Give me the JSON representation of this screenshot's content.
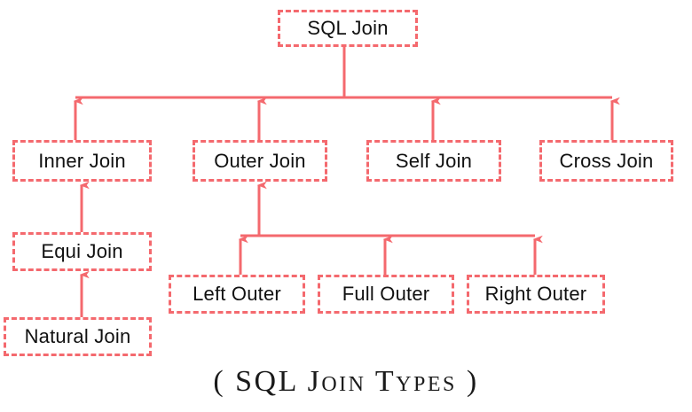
{
  "diagram": {
    "title": "SQL Join Types",
    "caption": "( SQL Join Types )",
    "colors": {
      "box_border": "#f4696e",
      "edge": "#f4696e",
      "text": "#111111",
      "background": "#ffffff",
      "caption_text": "#1a1a1a"
    },
    "nodes": {
      "root": {
        "label": "SQL Join"
      },
      "inner_join": {
        "label": "Inner Join"
      },
      "outer_join": {
        "label": "Outer Join"
      },
      "self_join": {
        "label": "Self Join"
      },
      "cross_join": {
        "label": "Cross Join"
      },
      "equi_join": {
        "label": "Equi Join"
      },
      "natural_join": {
        "label": "Natural Join"
      },
      "left_outer": {
        "label": "Left Outer"
      },
      "full_outer": {
        "label": "Full Outer"
      },
      "right_outer": {
        "label": "Right Outer"
      }
    },
    "edges": [
      {
        "from": "inner_join",
        "to": "root",
        "direction": "up"
      },
      {
        "from": "outer_join",
        "to": "root",
        "direction": "up"
      },
      {
        "from": "self_join",
        "to": "root",
        "direction": "up"
      },
      {
        "from": "cross_join",
        "to": "root",
        "direction": "up"
      },
      {
        "from": "equi_join",
        "to": "inner_join",
        "direction": "up"
      },
      {
        "from": "natural_join",
        "to": "equi_join",
        "direction": "up"
      },
      {
        "from": "left_outer",
        "to": "outer_join",
        "direction": "up"
      },
      {
        "from": "full_outer",
        "to": "outer_join",
        "direction": "up"
      },
      {
        "from": "right_outer",
        "to": "outer_join",
        "direction": "up"
      }
    ]
  }
}
